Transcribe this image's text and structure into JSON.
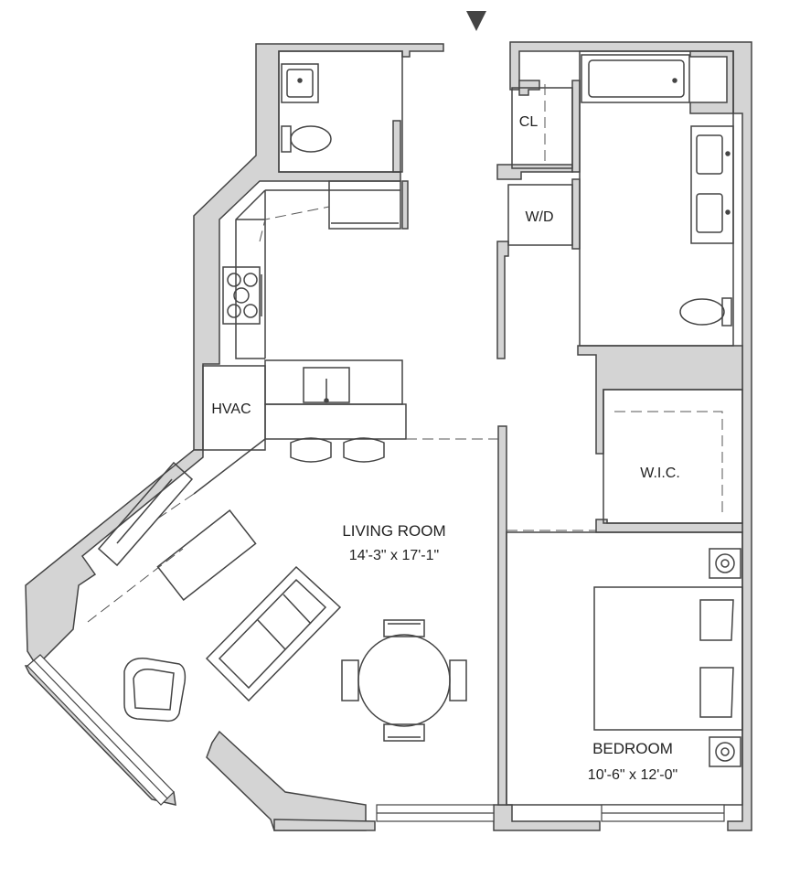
{
  "rooms": {
    "living": {
      "name": "LIVING ROOM",
      "dims": "14'-3\" x 17'-1\""
    },
    "bedroom": {
      "name": "BEDROOM",
      "dims": "10'-6\" x 12'-0\""
    }
  },
  "utility_labels": {
    "closet": "CL",
    "washer_dryer": "W/D",
    "hvac": "HVAC",
    "walk_in_closet": "W.I.C."
  },
  "colors": {
    "wall": "#d4d4d4",
    "line": "#444444",
    "entry_arrow": "#444444"
  }
}
